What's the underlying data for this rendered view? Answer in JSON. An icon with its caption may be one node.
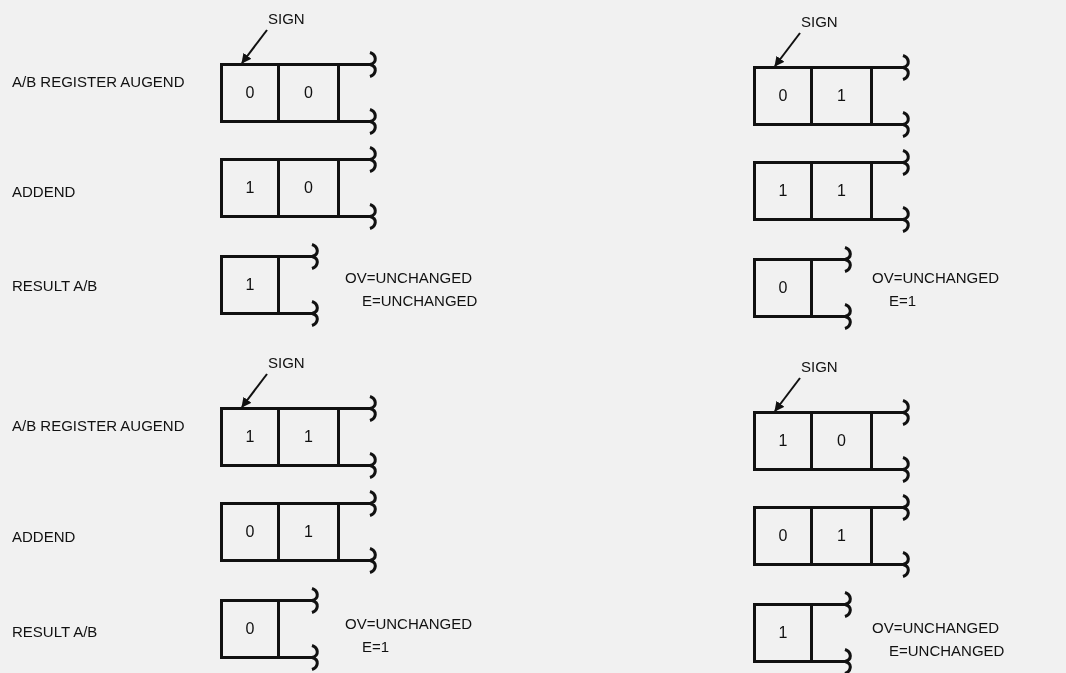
{
  "diagram": {
    "nodes": [
      {
        "text": [
          "SIGN"
        ]
      },
      {
        "text": [
          "0"
        ]
      },
      {
        "text": [
          "0"
        ]
      },
      {
        "text": [
          "1"
        ]
      },
      {
        "text": [
          "0"
        ]
      },
      {
        "text": [
          "1"
        ]
      },
      {
        "text": [
          "SIGN"
        ]
      },
      {
        "text": [
          "0"
        ]
      },
      {
        "text": [
          "1"
        ]
      },
      {
        "text": [
          "1"
        ]
      },
      {
        "text": [
          "1"
        ]
      },
      {
        "text": [
          "0"
        ]
      },
      {
        "text": [
          "SIGN"
        ]
      },
      {
        "text": [
          "1"
        ]
      },
      {
        "text": [
          "1"
        ]
      },
      {
        "text": [
          "0"
        ]
      },
      {
        "text": [
          "1"
        ]
      },
      {
        "text": [
          "0"
        ]
      },
      {
        "text": [
          "SIGN"
        ]
      },
      {
        "text": [
          "1"
        ]
      },
      {
        "text": [
          "0"
        ]
      },
      {
        "text": [
          "0"
        ]
      },
      {
        "text": [
          "1"
        ]
      },
      {
        "text": [
          "1"
        ]
      }
    ],
    "edges": [
      {
        "from": 0,
        "to": 1,
        "arrow": "to"
      },
      {
        "from": 6,
        "to": 7,
        "arrow": "to"
      },
      {
        "from": 12,
        "to": 13,
        "arrow": "to"
      },
      {
        "from": 18,
        "to": 19,
        "arrow": "to"
      }
    ],
    "labels": [
      "A/B REGISTER AUGEND",
      "ADDEND",
      "RESULT A/B",
      "OV=UNCHANGED",
      "E=UNCHANGED",
      "OV=UNCHANGED",
      "E=1",
      "A/B REGISTER AUGEND",
      "ADDEND",
      "RESULT A/B",
      "OV=UNCHANGED",
      "E=1",
      "OV=UNCHANGED",
      "E=UNCHANGED"
    ]
  }
}
